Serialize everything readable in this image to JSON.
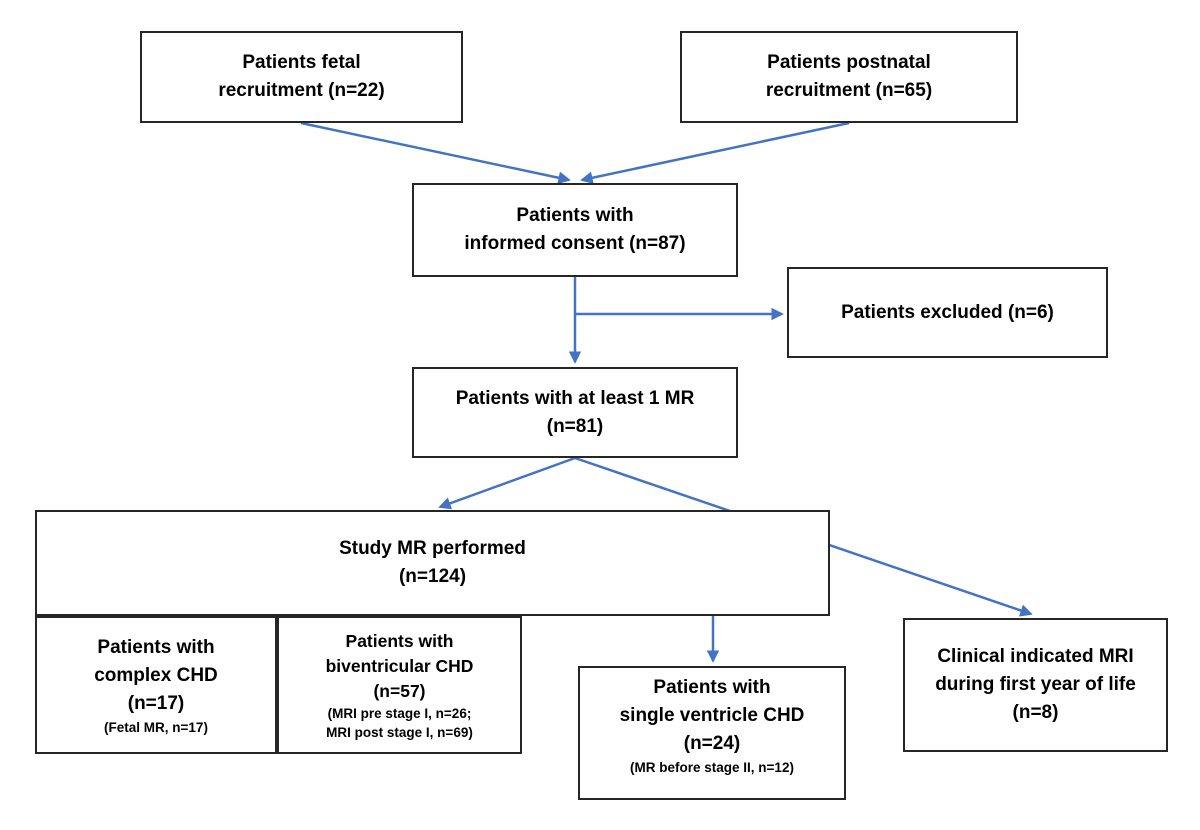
{
  "nodes": {
    "fetal": {
      "l1": "Patients fetal",
      "l2": "recruitment (n=22)"
    },
    "postnatal": {
      "l1": "Patients postnatal",
      "l2": "recruitment (n=65)"
    },
    "consent": {
      "l1": "Patients with",
      "l2": "informed consent (n=87)"
    },
    "excluded": {
      "l1": "Patients excluded (n=6)"
    },
    "mr1": {
      "l1": "Patients with at least 1 MR",
      "l2": "(n=81)"
    },
    "study": {
      "l1": "Study MR performed",
      "l2": "(n=124)"
    },
    "complex": {
      "l1": "Patients with",
      "l2": "complex CHD",
      "l3": "(n=17)",
      "s1": "(Fetal MR, n=17)"
    },
    "biventricular": {
      "l1": "Patients with",
      "l2": "biventricular CHD",
      "l3": "(n=57)",
      "s1": "(MRI pre stage I, n=26;",
      "s2": "MRI post stage I, n=69)"
    },
    "single": {
      "l1": "Patients with",
      "l2": "single ventricle CHD",
      "l3": "(n=24)",
      "s1": "(MR before stage II, n=12)"
    },
    "clinical": {
      "l1": "Clinical indicated MRI",
      "l2": "during first year of life",
      "l3": "(n=8)"
    }
  },
  "colors": {
    "arrow": "#4472C4",
    "border": "#262626",
    "text": "#000000",
    "background": "#ffffff"
  }
}
